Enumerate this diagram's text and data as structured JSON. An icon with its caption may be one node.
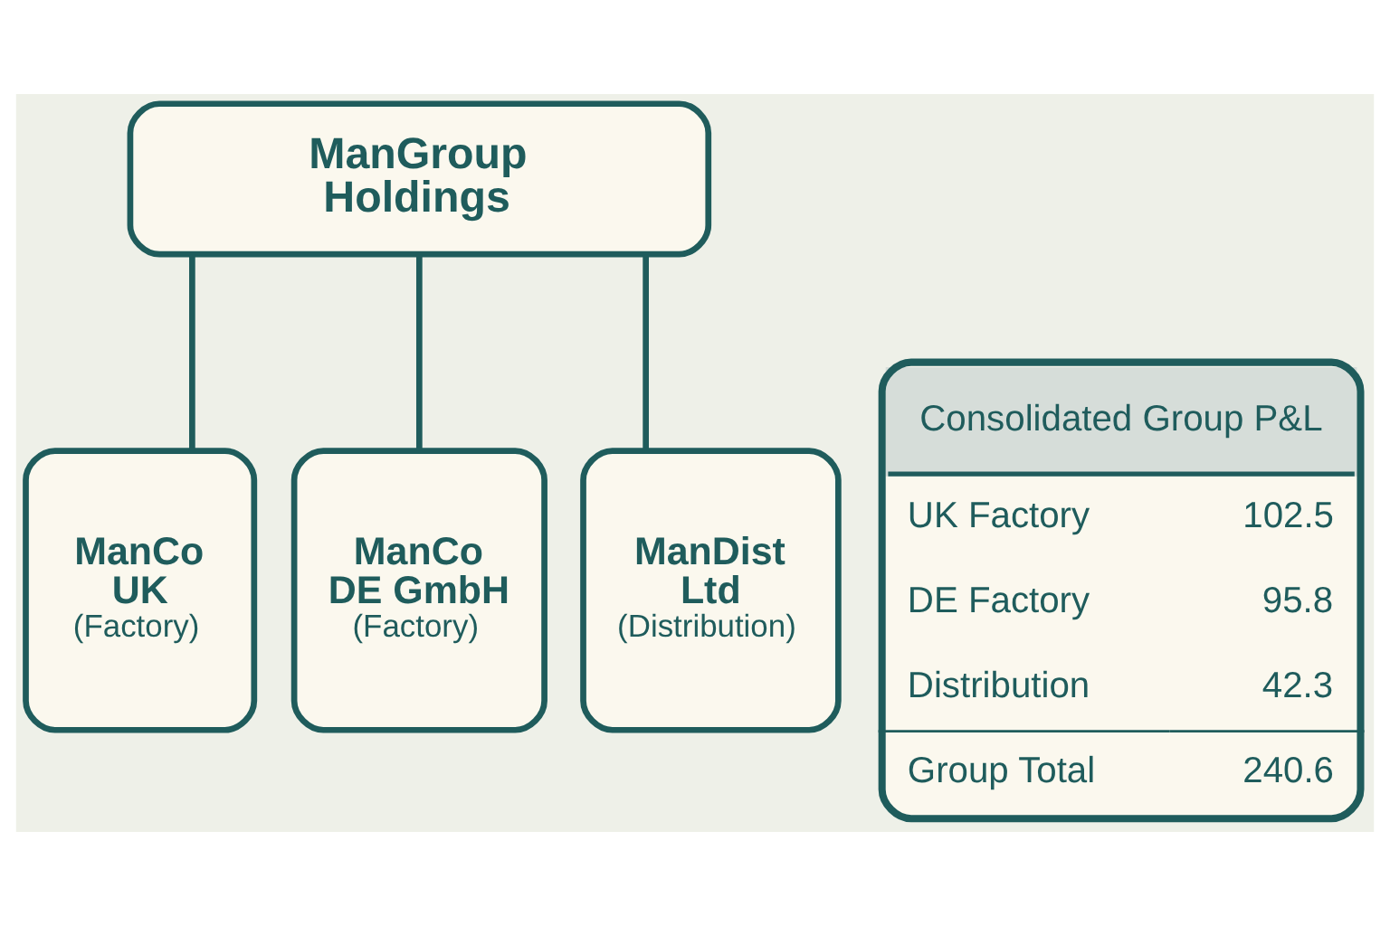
{
  "diagram": {
    "nodes": [
      {
        "text": [
          "ManGroup Holdings"
        ]
      },
      {
        "text": [
          "ManCo UK",
          "(Factory)"
        ]
      },
      {
        "text": [
          "ManCo DE GmbH",
          "(Factory)"
        ]
      },
      {
        "text": [
          "ManDist Ltd",
          "(Distribution)"
        ]
      },
      {
        "text": [
          "Consolidated Group P&L",
          "UK Factory",
          "102.5",
          "DE Factory",
          "95.8",
          "Distribution",
          "42.3",
          "Group Total",
          "240.6"
        ]
      }
    ],
    "edges": [
      {
        "from": 0,
        "to": 1,
        "arrow": "none"
      },
      {
        "from": 0,
        "to": 2,
        "arrow": "none"
      },
      {
        "from": 0,
        "to": 3,
        "arrow": "none"
      }
    ]
  }
}
